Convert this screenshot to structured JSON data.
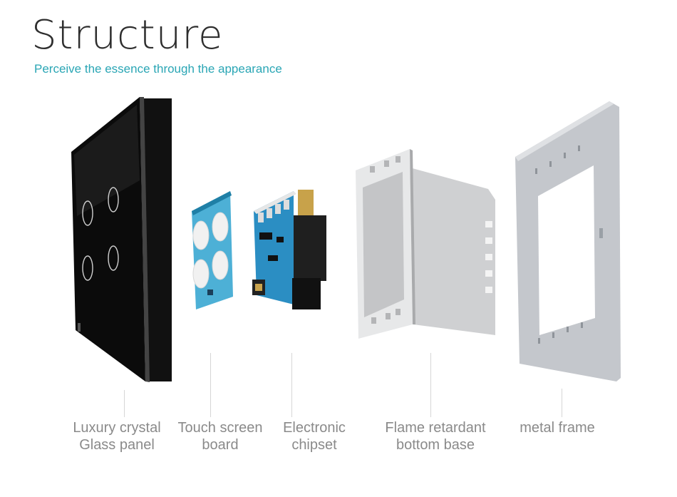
{
  "header": {
    "title": "Structure",
    "subtitle": "Perceive the essence  through the appearance"
  },
  "parts": [
    {
      "line1": "Luxury crystal",
      "line2": "Glass panel"
    },
    {
      "line1": "Touch screen",
      "line2": "board"
    },
    {
      "line1": "Electronic",
      "line2": "chipset"
    },
    {
      "line1": "Flame retardant",
      "line2": "bottom base"
    },
    {
      "line1": "metal frame",
      "line2": ""
    }
  ],
  "colors": {
    "accent": "#2aa6b5",
    "panel": "#0b0b0b",
    "board": "#2f9fc8",
    "base": "#d9dadb",
    "frame": "#c4c7cc"
  }
}
